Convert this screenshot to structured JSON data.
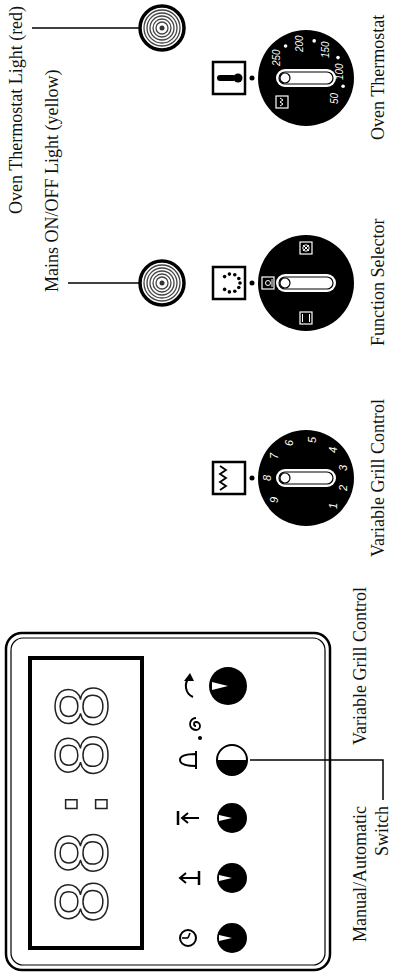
{
  "diagram": {
    "labels": [
      "Oven Thermostat Light (red)",
      "Mains ON/OFF Light (yellow)",
      "88:88",
      "1",
      "2",
      "3",
      "4",
      "5",
      "6",
      "7",
      "8",
      "9",
      "250",
      "200",
      "150",
      "100",
      "50",
      "Manual/Automatic Switch",
      "Variable Grill Control",
      "Variable Grill Control",
      "Function Selector",
      "Oven Thermostat"
    ]
  }
}
